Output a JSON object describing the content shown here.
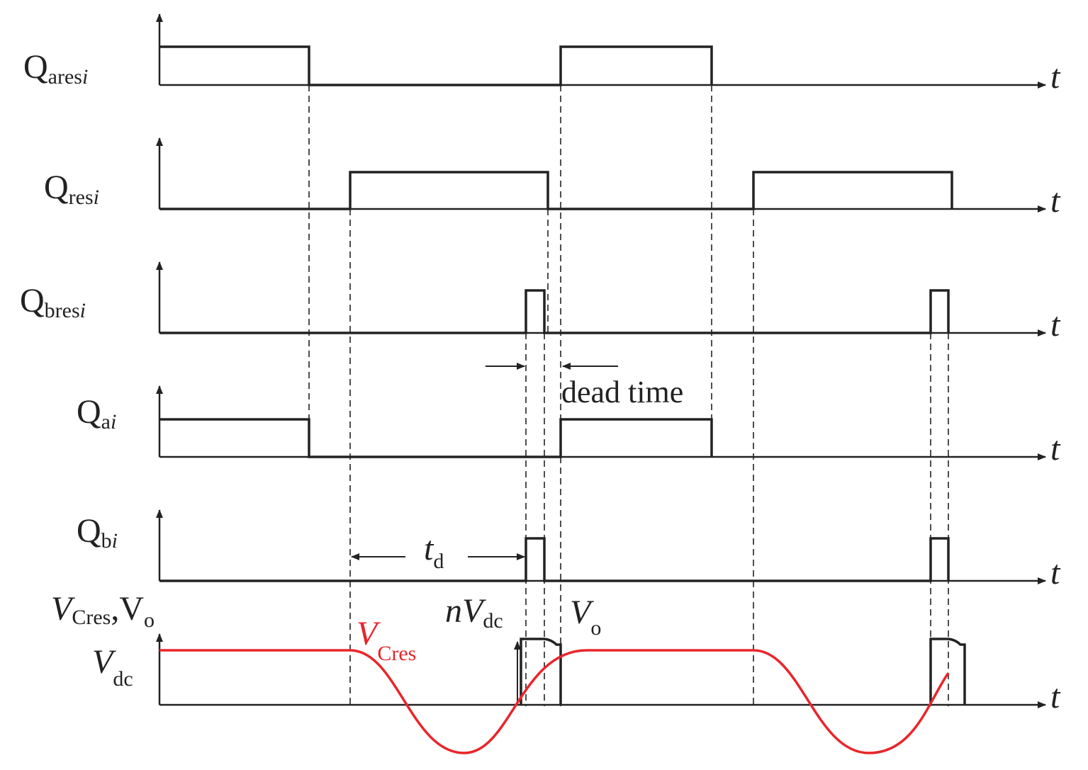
{
  "signals": [
    {
      "id": "qaresi",
      "base": "Q",
      "sub": "ares",
      "sub_i": "i"
    },
    {
      "id": "qresi",
      "base": "Q",
      "sub": "res",
      "sub_i": "i"
    },
    {
      "id": "qbresi",
      "base": "Q",
      "sub": "bres",
      "sub_i": "i"
    },
    {
      "id": "qai",
      "base": "Q",
      "sub": "a",
      "sub_i": "i"
    },
    {
      "id": "qbi",
      "base": "Q",
      "sub": "b",
      "sub_i": "i"
    }
  ],
  "bottom_axis_label": {
    "v1": "V",
    "v1_sub": "Cres",
    "sep": ",",
    "v2": "V",
    "v2_sub": "o"
  },
  "vdc_label": {
    "v": "V",
    "sub": "dc"
  },
  "time_label": "t",
  "annotations": {
    "dead_time": "dead time",
    "td": {
      "t": "t",
      "sub": "d"
    },
    "nvdc": {
      "n": "n",
      "v": "V",
      "sub": "dc"
    },
    "vo": {
      "v": "V",
      "sub": "o"
    },
    "vcres": {
      "v": "V",
      "sub": "Cres"
    }
  },
  "colors": {
    "waveform": "#222222",
    "resonant_voltage": "#e8262b"
  }
}
